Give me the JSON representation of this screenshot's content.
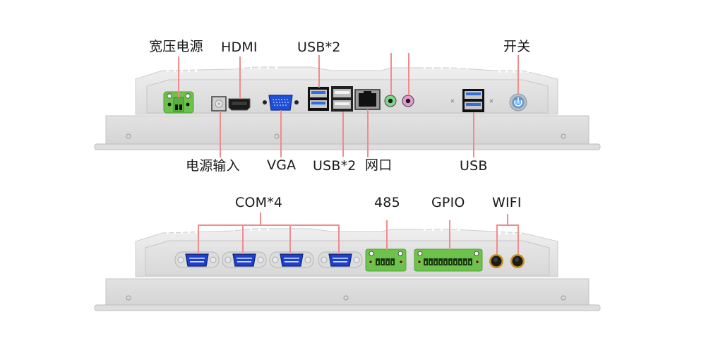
{
  "diagram": {
    "title": "Industrial panel PC I/O port layout",
    "colors": {
      "leader_line": "#f08c8c",
      "chassis": "#e4e4e4",
      "terminal_green": "#6cc24a",
      "vga_blue": "#1f4fd8",
      "usb3_blue": "#2f6fe0",
      "audio_green": "#7fd88a",
      "audio_pink": "#e79ad0",
      "antenna_gold": "#c9921a"
    },
    "top_panel": {
      "labels_above": [
        {
          "id": "wide-voltage-power",
          "text": "宽压电源"
        },
        {
          "id": "hdmi",
          "text": "HDMI"
        },
        {
          "id": "usb-2-rear-a",
          "text": "USB*2"
        },
        {
          "id": "audio-out",
          "text": ""
        },
        {
          "id": "audio-in",
          "text": ""
        },
        {
          "id": "power-switch",
          "text": "开关"
        }
      ],
      "labels_below": [
        {
          "id": "power-input",
          "text": "电源输入"
        },
        {
          "id": "vga",
          "text": "VGA"
        },
        {
          "id": "usb-2-rear-b",
          "text": "USB*2"
        },
        {
          "id": "lan",
          "text": "网口"
        },
        {
          "id": "usb",
          "text": "USB"
        }
      ]
    },
    "bottom_panel": {
      "labels_above": [
        {
          "id": "com-4",
          "text": "COM*4"
        },
        {
          "id": "rs485",
          "text": "485"
        },
        {
          "id": "gpio",
          "text": "GPIO"
        },
        {
          "id": "wifi",
          "text": "WIFI"
        }
      ],
      "com_port_count": 4,
      "rs485_pins": 4,
      "gpio_pins": 10,
      "wifi_antenna_count": 2
    }
  }
}
